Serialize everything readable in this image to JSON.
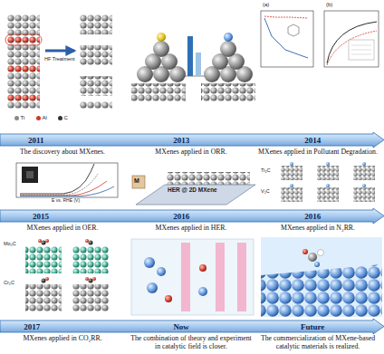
{
  "diagram": {
    "nodes": [
      {
        "text": [
          "2011",
          "2013",
          "2014"
        ]
      },
      {
        "text": [
          "2015",
          "2016",
          "2016"
        ]
      },
      {
        "text": [
          "2017",
          "Now",
          "Future"
        ]
      }
    ],
    "labels": [
      "HF Treatment",
      "(a)",
      "(b)",
      "The discovery about MXenes.",
      "MXenes applied in ORR.",
      "MXenes applied in Pollutant Degradation.",
      "E vs. RHE (V)",
      "HER @ 2D MXene",
      "M",
      "Ti₂C",
      "V₂C",
      "MXenes applied in OER.",
      "MXenes applied in HER.",
      "MXenes applied in N₂RR.",
      "Mo₂C",
      "Cr₂C",
      "MXenes applied in CO₂RR.",
      "The combination of theory and experiment in catalytic field is closer.",
      "The commercialization of MXene-based catalytic materials is realized."
    ],
    "legend": [
      {
        "text": "Ti",
        "color": "#8a8a8a"
      },
      {
        "text": "Al",
        "color": "#d0392b"
      },
      {
        "text": "C",
        "color": "#333333"
      }
    ]
  }
}
